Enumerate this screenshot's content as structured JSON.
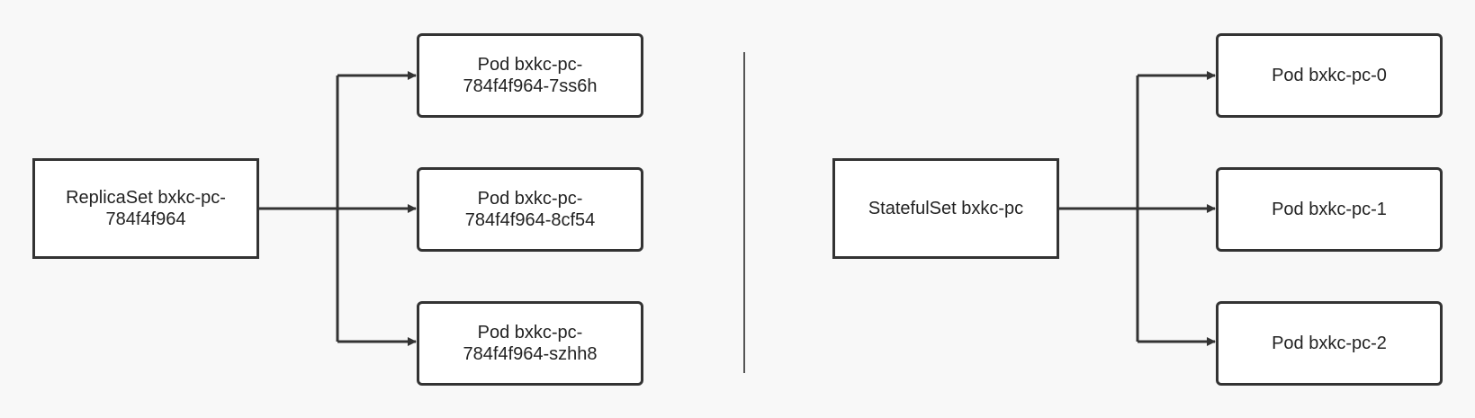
{
  "left_group": {
    "parent": "ReplicaSet bxkc-pc-\n784f4f964",
    "pods": [
      "Pod bxkc-pc-\n784f4f964-7ss6h",
      "Pod bxkc-pc-\n784f4f964-8cf54",
      "Pod bxkc-pc-\n784f4f964-szhh8"
    ]
  },
  "right_group": {
    "parent": "StatefulSet bxkc-pc",
    "pods": [
      "Pod bxkc-pc-0",
      "Pod bxkc-pc-1",
      "Pod bxkc-pc-2"
    ]
  },
  "colors": {
    "background": "#f8f8f8",
    "stroke": "#333333",
    "box_fill": "#ffffff"
  }
}
